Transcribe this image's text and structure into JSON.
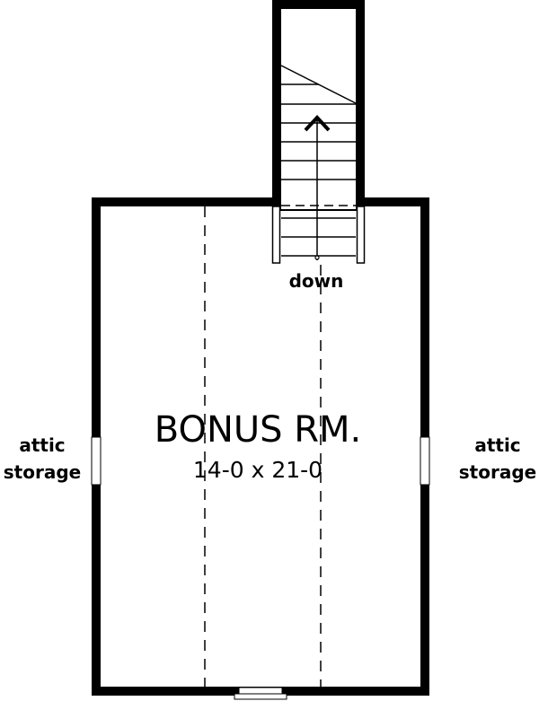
{
  "plan": {
    "room_name": "BONUS RM.",
    "room_dimensions": "14-0 x 21-0",
    "stair_label": "down",
    "left_label": {
      "line1": "attic",
      "line2": "storage"
    },
    "right_label": {
      "line1": "attic",
      "line2": "storage"
    }
  }
}
